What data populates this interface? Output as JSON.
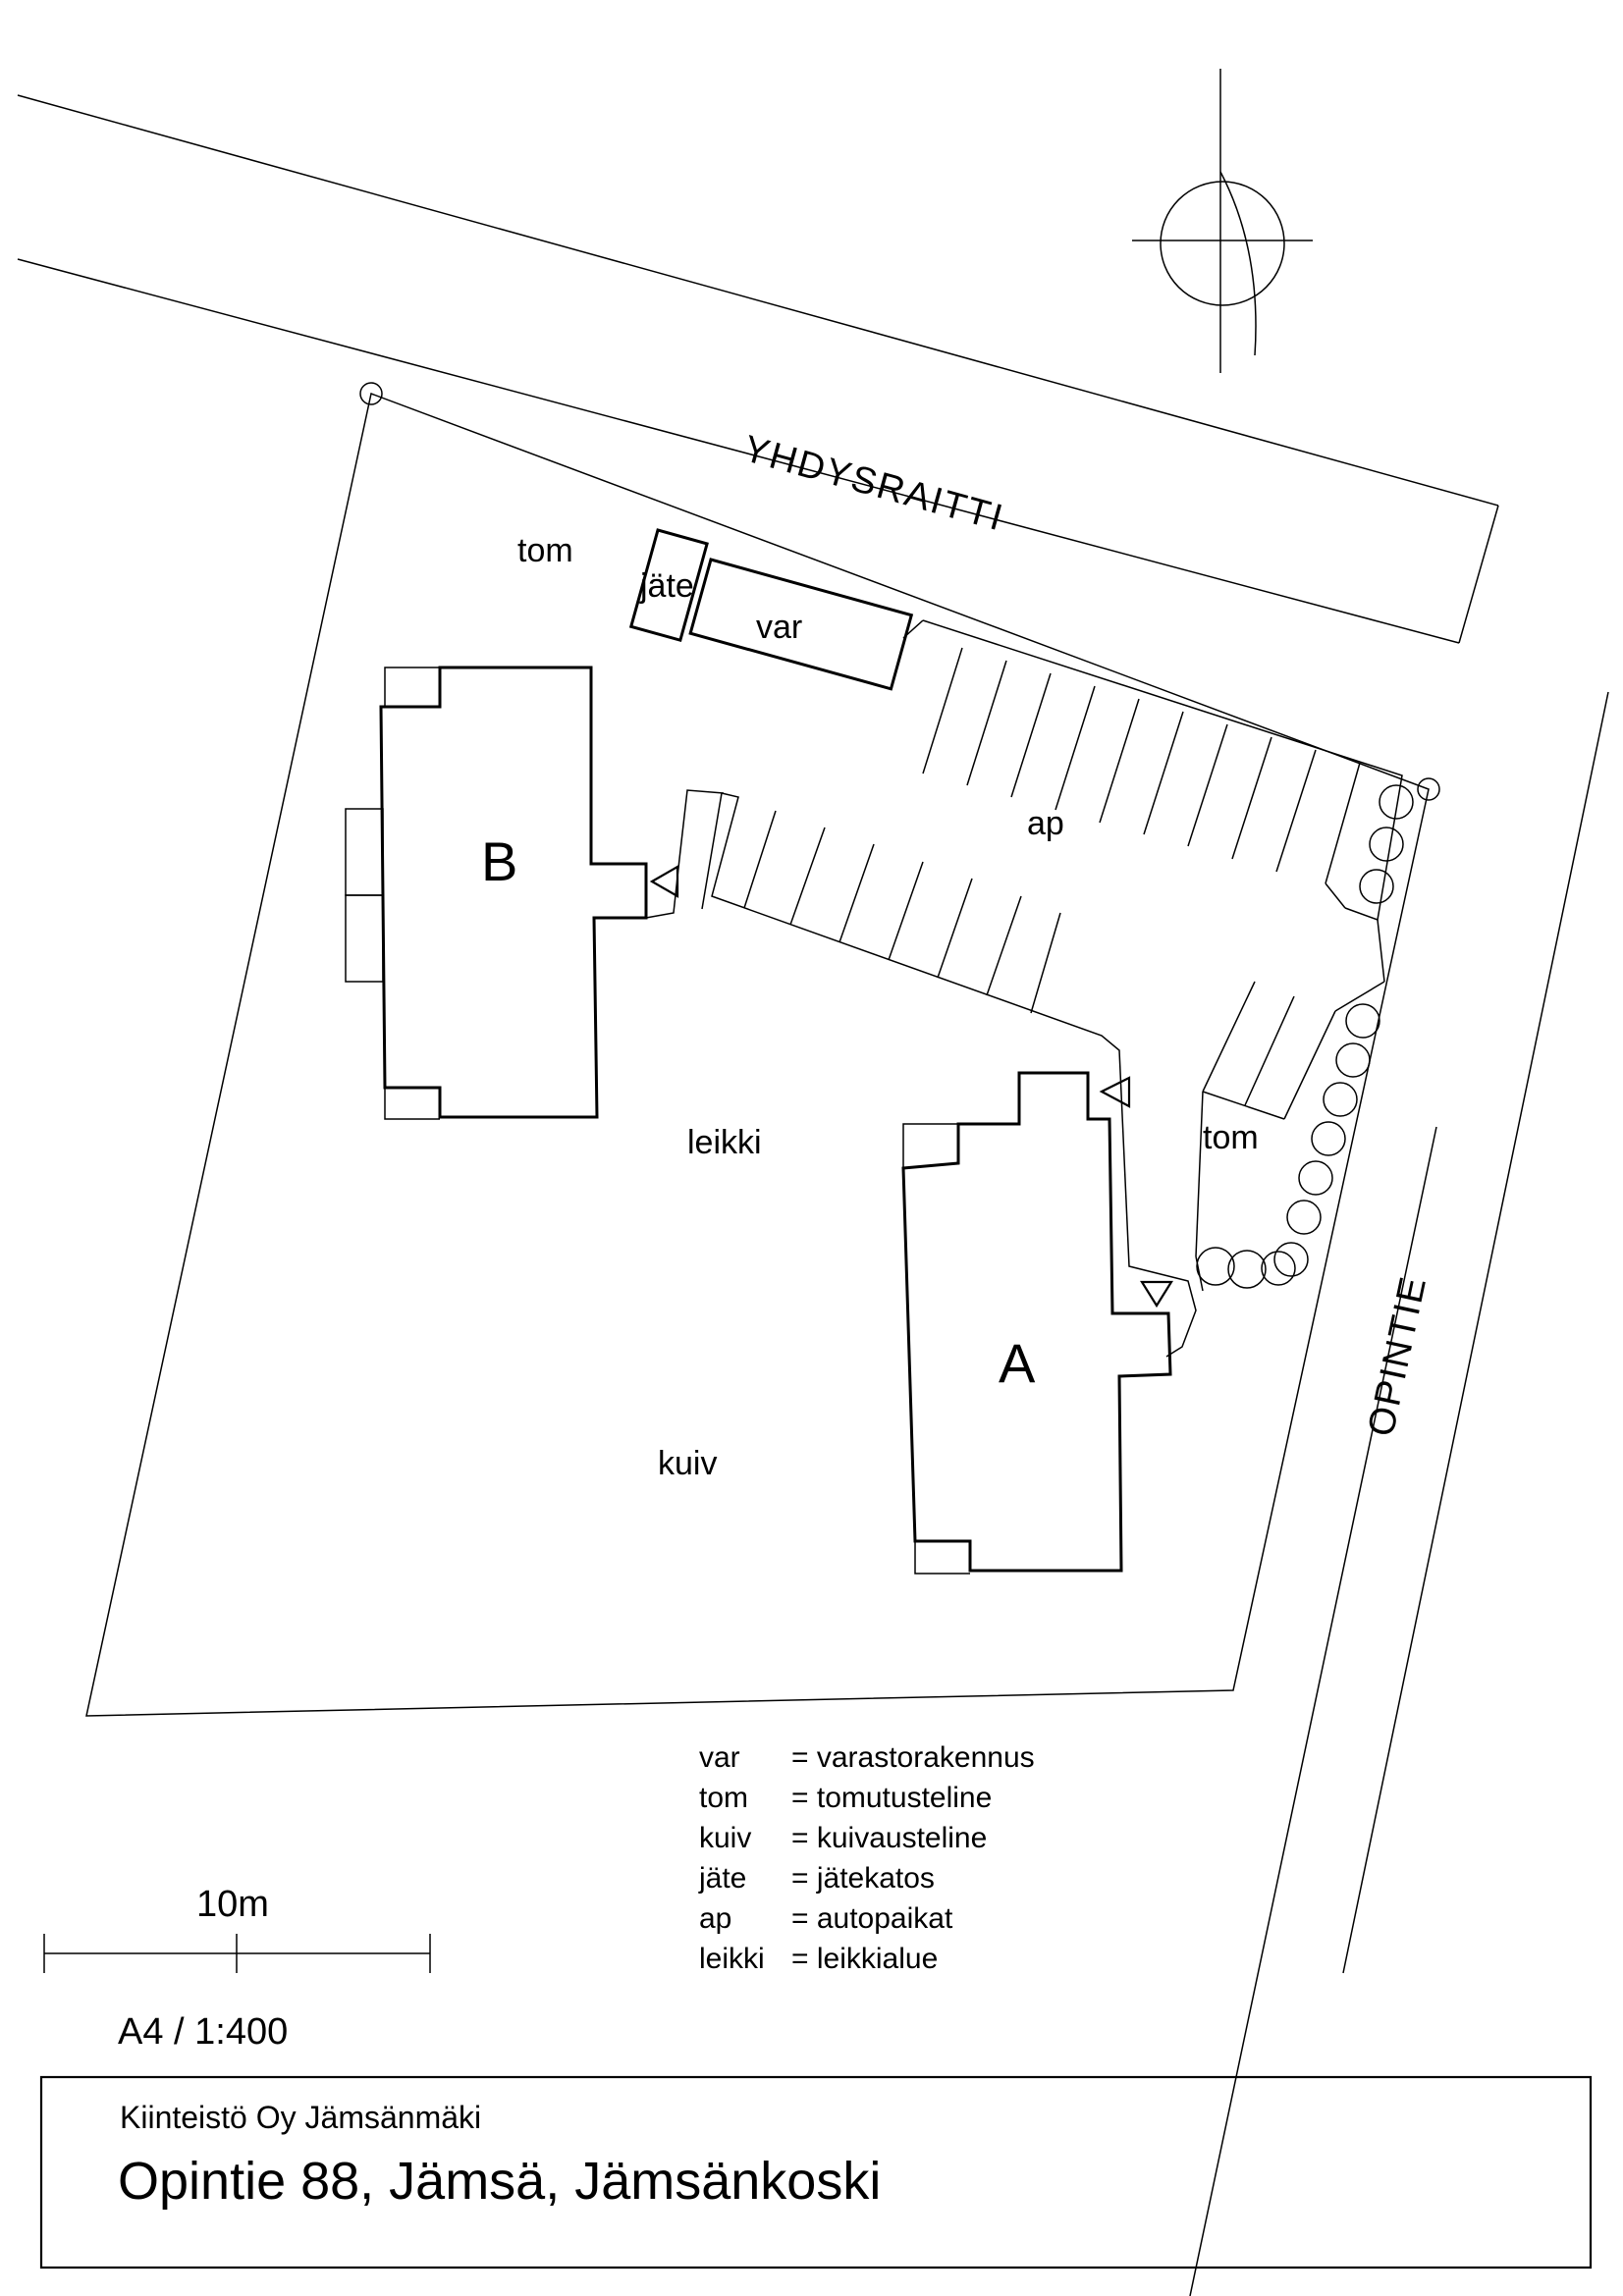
{
  "roads": {
    "north": "YHDYSRAITTI",
    "east": "OPINTIE"
  },
  "buildings": {
    "a": "A",
    "b": "B"
  },
  "area_labels": {
    "tom_top": "tom",
    "jate": "jäte",
    "var": "var",
    "ap": "ap",
    "leikki": "leikki",
    "tom_right": "tom",
    "kuiv": "kuiv"
  },
  "legend": [
    {
      "abbr": "var",
      "desc": "= varastorakennus"
    },
    {
      "abbr": "tom",
      "desc": "= tomutusteline"
    },
    {
      "abbr": "kuiv",
      "desc": "= kuivausteline"
    },
    {
      "abbr": "jäte",
      "desc": "= jätekatos"
    },
    {
      "abbr": "ap",
      "desc": "= autopaikat"
    },
    {
      "abbr": "leikki",
      "desc": "= leikkialue"
    }
  ],
  "scale_bar": {
    "label": "10m"
  },
  "sheet": {
    "paper_scale": "A4 / 1:400"
  },
  "title_block": {
    "company": "Kiinteistö Oy Jämsänmäki",
    "address": "Opintie 88, Jämsä, Jämsänkoski"
  }
}
